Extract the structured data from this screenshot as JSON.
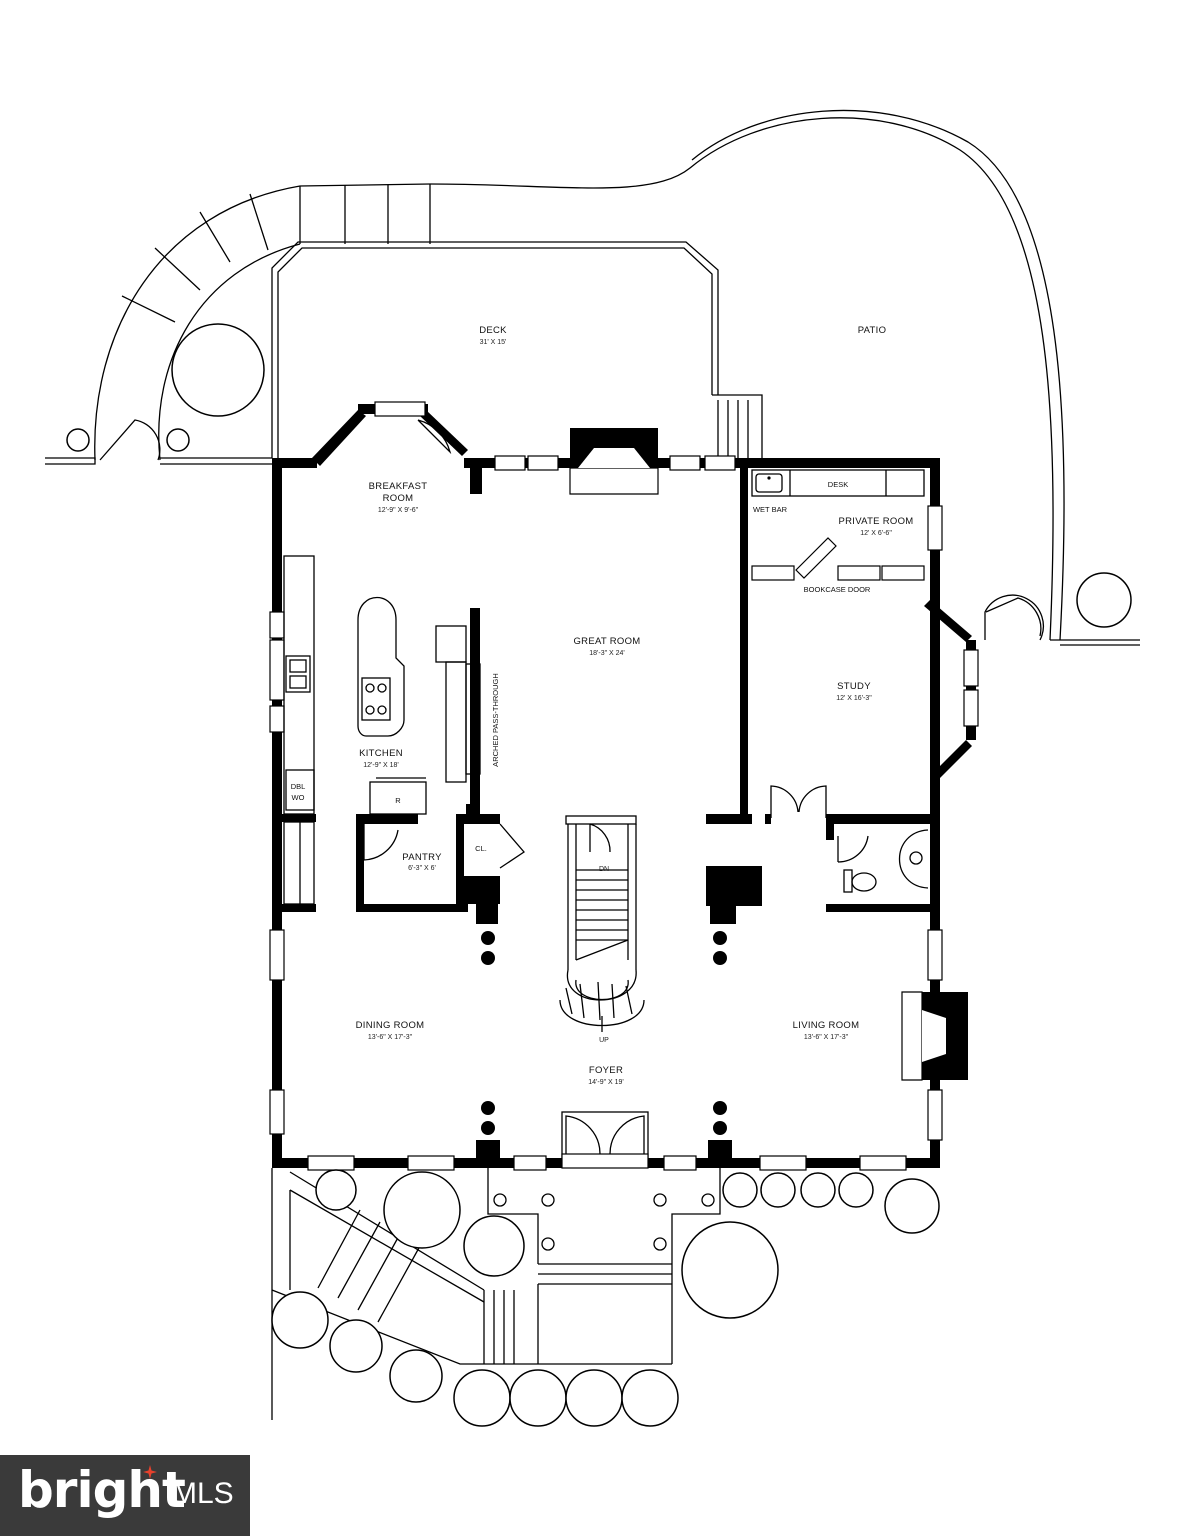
{
  "rooms": {
    "deck": {
      "name": "DECK",
      "dims": "31' X 15'"
    },
    "patio": {
      "name": "PATIO"
    },
    "breakfast": {
      "name1": "BREAKFAST",
      "name2": "ROOM",
      "dims": "12'-9\" X 9'-6\""
    },
    "great": {
      "name": "GREAT ROOM",
      "dims": "18'-3\" X 24'"
    },
    "private": {
      "name": "PRIVATE ROOM",
      "dims": "12' X 6'-6\""
    },
    "study": {
      "name": "STUDY",
      "dims": "12' X 16'-3\""
    },
    "kitchen": {
      "name": "KITCHEN",
      "dims": "12'-9\" X 18'"
    },
    "pantry": {
      "name": "PANTRY",
      "dims": "6'-3\" X 6'"
    },
    "dining": {
      "name": "DINING ROOM",
      "dims": "13'-6\" X 17'-3\""
    },
    "living": {
      "name": "LIVING ROOM",
      "dims": "13'-6\" X 17'-3\""
    },
    "foyer": {
      "name": "FOYER",
      "dims": "14'-9\" X 19'"
    }
  },
  "labels": {
    "desk": "DESK",
    "wet_bar": "WET BAR",
    "bookcase_door": "BOOKCASE DOOR",
    "arched_pass": "ARCHED PASS-THROUGH",
    "dbl": "DBL",
    "wo": "WO",
    "fridge": "R",
    "closet": "CL.",
    "stair_dn": "DN",
    "stair_up": "UP"
  },
  "logo": {
    "word": "bright",
    "suffix": "MLS",
    "accent_color": "#e8412c"
  }
}
